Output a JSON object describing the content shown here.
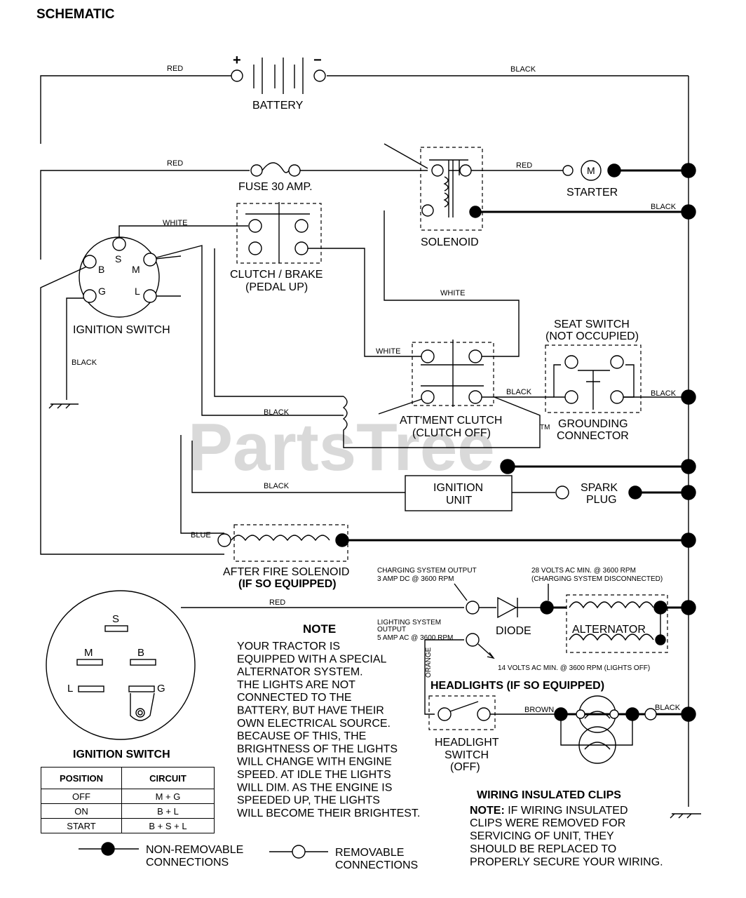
{
  "title": "SCHEMATIC",
  "watermark": "PartsTree",
  "trademark": "TM",
  "wire_labels": {
    "red_battery": "RED",
    "black_battery": "BLACK",
    "red_fuse": "RED",
    "red_starter": "RED",
    "white_ignition": "WHITE",
    "black_solenoid": "BLACK",
    "white_attment": "WHITE",
    "white_clutch": "WHITE",
    "black_ground": "BLACK",
    "black_attment": "BLACK",
    "black_seat": "BLACK",
    "black_center": "BLACK",
    "black_ignition_unit": "BLACK",
    "blue": "BLUE",
    "red_charging": "RED",
    "orange": "ORANGE",
    "brown": "BROWN",
    "black_headlight": "BLACK"
  },
  "components": {
    "battery": "BATTERY",
    "battery_plus": "+",
    "battery_minus": "−",
    "fuse": "FUSE 30 AMP.",
    "starter": "STARTER",
    "starter_m": "M",
    "solenoid": "SOLENOID",
    "clutch_brake_1": "CLUTCH / BRAKE",
    "clutch_brake_2": "(PEDAL UP)",
    "ignition_switch": "IGNITION SWITCH",
    "seat_switch_1": "SEAT SWITCH",
    "seat_switch_2": "(NOT OCCUPIED)",
    "attment_1": "ATT'MENT CLUTCH",
    "attment_2": "(CLUTCH OFF)",
    "grounding_1": "GROUNDING",
    "grounding_2": "CONNECTOR",
    "ignition_unit_1": "IGNITION",
    "ignition_unit_2": "UNIT",
    "spark_1": "SPARK",
    "spark_2": "PLUG",
    "after_fire_1": "AFTER FIRE SOLENOID",
    "after_fire_2": "(IF SO EQUIPPED)",
    "diode": "DIODE",
    "alternator": "ALTERNATOR",
    "headlights": "HEADLIGHTS (IF SO EQUIPPED)",
    "headlight_switch_1": "HEADLIGHT",
    "headlight_switch_2": "SWITCH",
    "headlight_switch_3": "(OFF)"
  },
  "terminals": {
    "s": "S",
    "b": "B",
    "m": "M",
    "g": "G",
    "l": "L"
  },
  "charging": {
    "output_1": "CHARGING SYSTEM OUTPUT",
    "output_2": "3 AMP DC @ 3600 RPM",
    "volts_1": "28 VOLTS AC MIN. @ 3600 RPM",
    "volts_2": "(CHARGING SYSTEM DISCONNECTED)",
    "lighting_1": "LIGHTING SYSTEM",
    "lighting_2": "OUTPUT",
    "lighting_3": "5 AMP AC @ 3600 RPM",
    "lights_volts": "14 VOLTS AC MIN. @ 3600 RPM (LIGHTS OFF)"
  },
  "note": {
    "heading": "NOTE",
    "lines": [
      "YOUR TRACTOR IS",
      "EQUIPPED WITH A SPECIAL",
      "ALTERNATOR SYSTEM.",
      "THE LIGHTS ARE NOT",
      "CONNECTED TO THE",
      "BATTERY, BUT HAVE THEIR",
      "OWN ELECTRICAL SOURCE.",
      "BECAUSE OF THIS, THE",
      "BRIGHTNESS OF THE LIGHTS",
      "WILL CHANGE WITH ENGINE",
      "SPEED.  AT IDLE THE LIGHTS",
      "WILL DIM.  AS THE ENGINE IS",
      "SPEEDED UP, THE LIGHTS",
      "WILL BECOME THEIR BRIGHTEST."
    ]
  },
  "ignition_table": {
    "title": "IGNITION SWITCH",
    "headers": [
      "POSITION",
      "CIRCUIT"
    ],
    "rows": [
      [
        "OFF",
        "M + G"
      ],
      [
        "ON",
        "B + L"
      ],
      [
        "START",
        "B + S + L"
      ]
    ]
  },
  "legend": {
    "non_removable_1": "NON-REMOVABLE",
    "non_removable_2": "CONNECTIONS",
    "removable_1": "REMOVABLE",
    "removable_2": "CONNECTIONS"
  },
  "wiring_clips": {
    "heading": "WIRING INSULATED CLIPS",
    "note_label": "NOTE:",
    "line1": " IF WIRING INSULATED",
    "lines": [
      "CLIPS WERE REMOVED FOR",
      "SERVICING OF UNIT, THEY",
      "SHOULD BE REPLACED TO",
      "PROPERLY SECURE YOUR WIRING."
    ]
  }
}
